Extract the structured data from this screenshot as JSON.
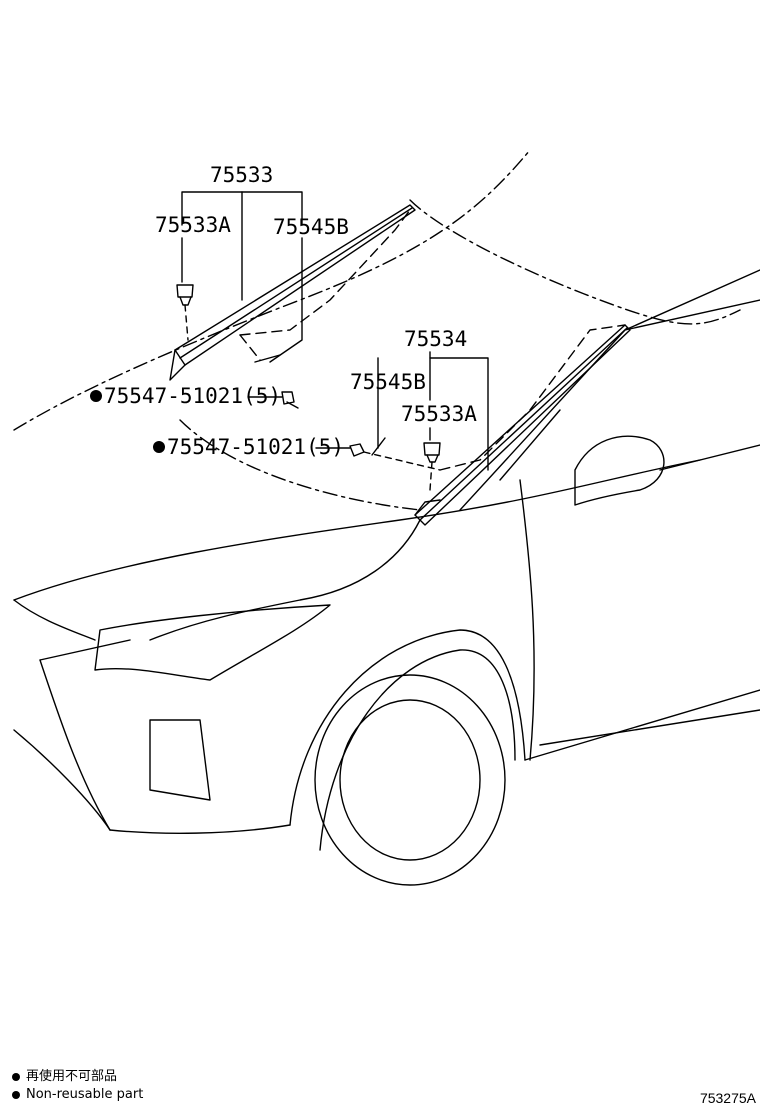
{
  "labels": {
    "part_75533": "75533",
    "part_75533a_left": "75533A",
    "part_75545b_left": "75545B",
    "part_75547_upper": "75547-51021(5)",
    "part_75534": "75534",
    "part_75545b_right": "75545B",
    "part_75533a_right": "75533A",
    "part_75547_lower": "75547-51021(5)"
  },
  "legend": {
    "line_jp": "再使用不可部品",
    "line_en": "Non-reusable part"
  },
  "figure_code": "753275A",
  "colors": {
    "ink": "#000000",
    "paper": "#ffffff"
  }
}
